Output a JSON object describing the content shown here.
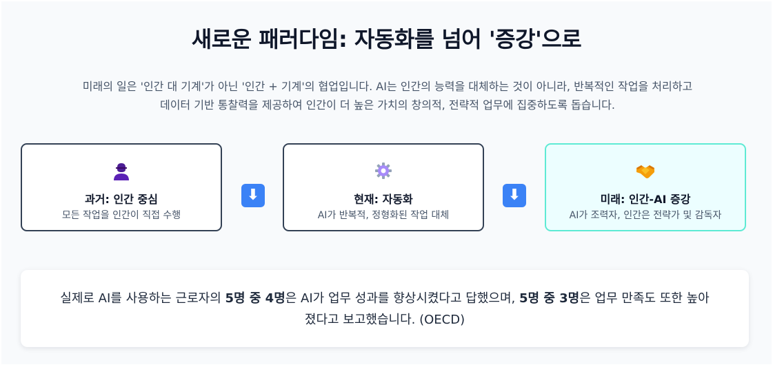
{
  "title": "새로운 패러다임: 자동화를 넘어 '증강'으로",
  "intro": "미래의 일은 '인간 대 기계'가 아닌 '인간 + 기계'의 협업입니다. AI는 인간의 능력을 대체하는 것이 아니라, 반복적인 작업을 처리하고 데이터 기반 통찰력을 제공하여 인간이 더 높은 가치의 창의적, 전략적 업무에 집중하도록 돕습니다.",
  "cards": [
    {
      "icon": "person-icon",
      "title": "과거: 인간 중심",
      "subtitle": "모든 작업을 인간이 직접 수행"
    },
    {
      "icon": "gear-icon",
      "title": "현재: 자동화",
      "subtitle": "AI가 반복적, 정형화된 작업 대체"
    },
    {
      "icon": "handshake-icon",
      "title": "미래: 인간-AI 증강",
      "subtitle": "AI가 조력자, 인간은 전략가 및 감독자"
    }
  ],
  "arrows": [
    {
      "icon": "down-arrow-icon",
      "glyph": "⬇"
    },
    {
      "icon": "down-arrow-icon",
      "glyph": "⬇"
    }
  ],
  "stat": {
    "p1": "실제로 AI를 사용하는 근로자의 ",
    "b1": "5명 중 4명",
    "p2": "은 AI가 업무 성과를 향상시켰다고 답했으며, ",
    "b2": "5명 중 3명",
    "p3": "은 업무 만족도 또한 높아졌다고 보고했습니다. (OECD)"
  },
  "colors": {
    "accent": "#3b82f6",
    "card_border": "#334155",
    "future_border": "#5eead4",
    "future_bg": "#ecfeff"
  }
}
